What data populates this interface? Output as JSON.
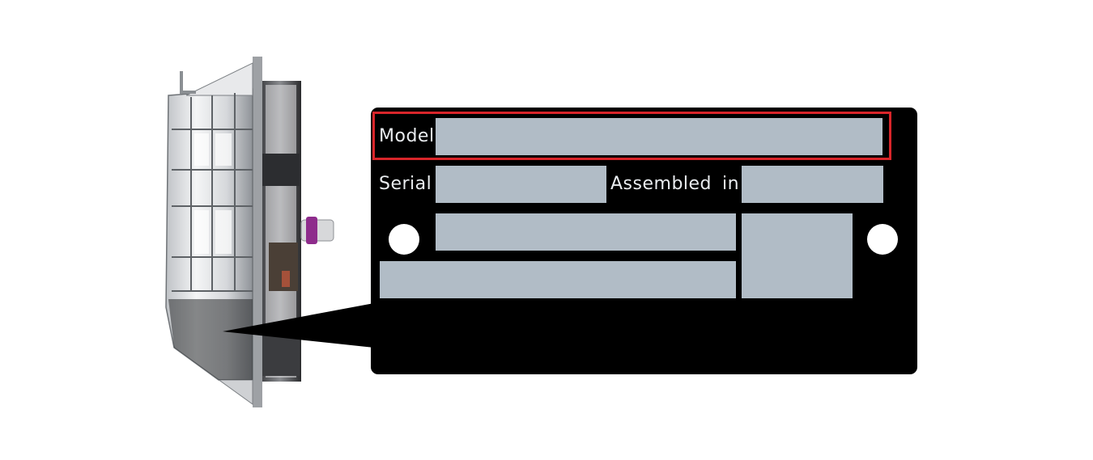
{
  "plate": {
    "model_label": "Model",
    "serial_label": "Serial",
    "assembled_label": "Assembled",
    "in_label": "in"
  },
  "colors": {
    "plate_background": "#000000",
    "field_fill": "#b1bcc6",
    "label_text": "#e9ecef",
    "highlight": "#d9252a"
  },
  "illustration": {
    "component": "transmission-housing-side-view",
    "callout": "identification-plate-location-pointer"
  }
}
